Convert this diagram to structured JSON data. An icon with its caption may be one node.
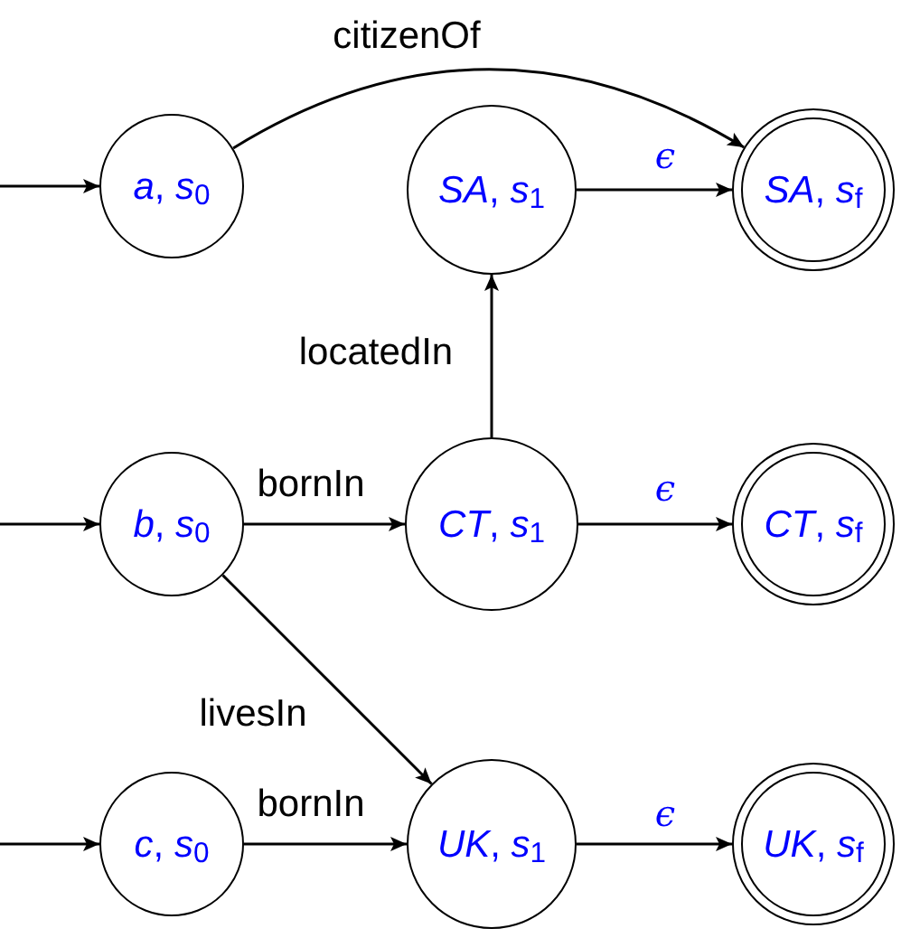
{
  "diagram": {
    "nodes": [
      {
        "text": [
          "*a*, *s*$_{0}$"
        ]
      },
      {
        "text": [
          "*SA*, *s*$_{1}$"
        ]
      },
      {
        "text": [
          "*SA*, *s*$_{f}$"
        ]
      },
      {
        "text": [
          "*b*, *s*$_{0}$"
        ]
      },
      {
        "text": [
          "*CT*, *s*$_{1}$"
        ]
      },
      {
        "text": [
          "*CT*, *s*$_{f}$"
        ]
      },
      {
        "text": [
          "*c*, *s*$_{0}$"
        ]
      },
      {
        "text": [
          "*UK*, *s*$_{1}$"
        ]
      },
      {
        "text": [
          "*UK*, *s*$_{f}$"
        ]
      }
    ],
    "edges": [
      {
        "from": null,
        "to": 0,
        "arrow": "to"
      },
      {
        "from": 0,
        "to": 2,
        "arrow": "to",
        "label": "citizenOf"
      },
      {
        "from": 1,
        "to": 2,
        "arrow": "to",
        "label": "ϵ"
      },
      {
        "from": null,
        "to": 3,
        "arrow": "to"
      },
      {
        "from": 3,
        "to": 4,
        "arrow": "to",
        "label": "bornIn"
      },
      {
        "from": 4,
        "to": 1,
        "arrow": "to",
        "label": "locatedIn"
      },
      {
        "from": 4,
        "to": 5,
        "arrow": "to",
        "label": "ϵ"
      },
      {
        "from": 3,
        "to": 7,
        "arrow": "to",
        "label": "livesIn"
      },
      {
        "from": null,
        "to": 6,
        "arrow": "to"
      },
      {
        "from": 6,
        "to": 7,
        "arrow": "to",
        "label": "bornIn"
      },
      {
        "from": 7,
        "to": 8,
        "arrow": "to",
        "label": "ϵ"
      }
    ]
  }
}
